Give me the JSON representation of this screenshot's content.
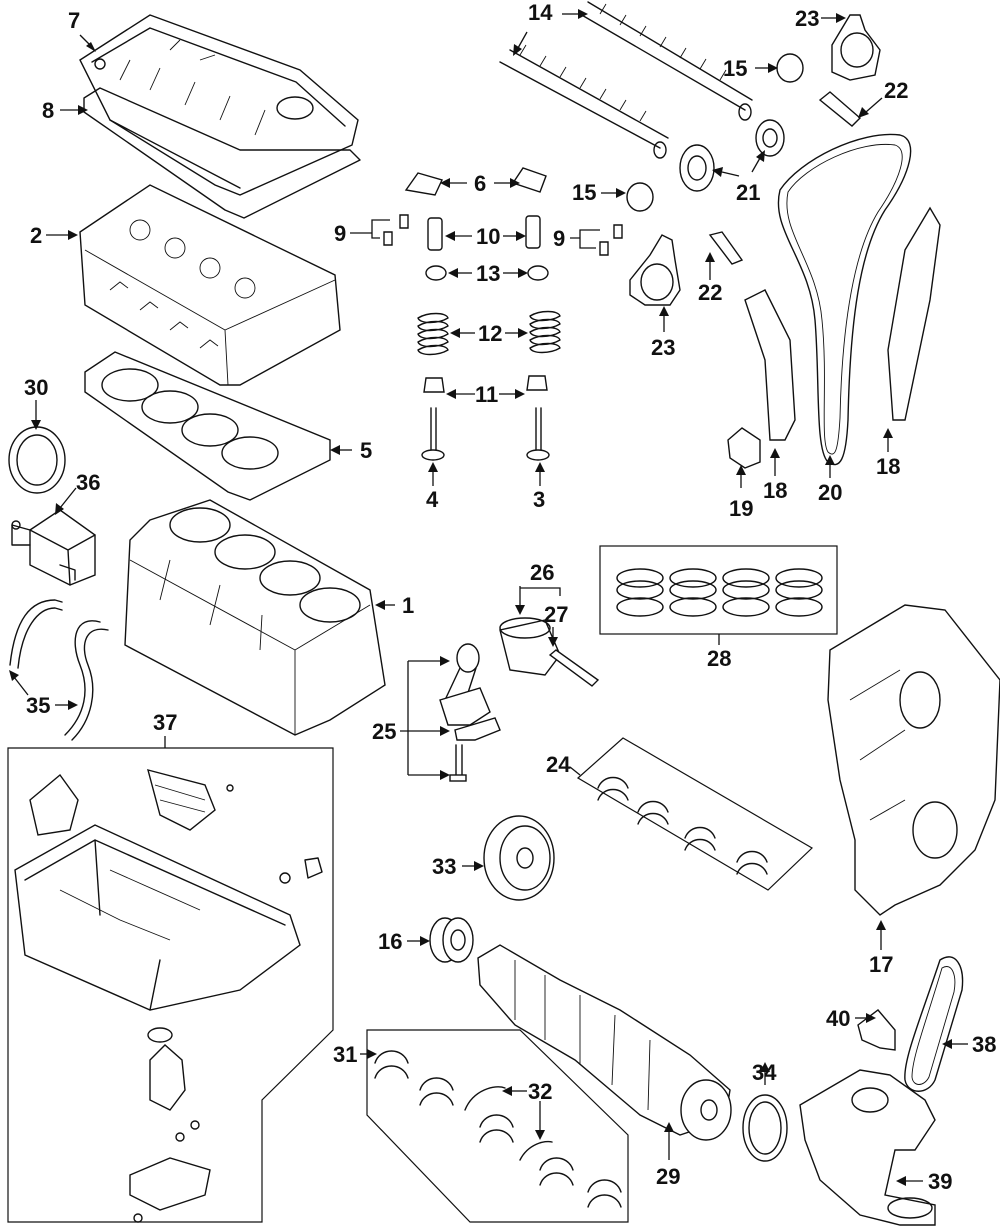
{
  "diagram": {
    "labels": [
      {
        "id": "lbl-7",
        "text": "7"
      },
      {
        "id": "lbl-8",
        "text": "8"
      },
      {
        "id": "lbl-2",
        "text": "2"
      },
      {
        "id": "lbl-30",
        "text": "30"
      },
      {
        "id": "lbl-5",
        "text": "5"
      },
      {
        "id": "lbl-36",
        "text": "36"
      },
      {
        "id": "lbl-1",
        "text": "1"
      },
      {
        "id": "lbl-35",
        "text": "35"
      },
      {
        "id": "lbl-37",
        "text": "37"
      },
      {
        "id": "lbl-14",
        "text": "14"
      },
      {
        "id": "lbl-15a",
        "text": "15"
      },
      {
        "id": "lbl-15b",
        "text": "15"
      },
      {
        "id": "lbl-23a",
        "text": "23"
      },
      {
        "id": "lbl-23b",
        "text": "23"
      },
      {
        "id": "lbl-22a",
        "text": "22"
      },
      {
        "id": "lbl-22b",
        "text": "22"
      },
      {
        "id": "lbl-21",
        "text": "21"
      },
      {
        "id": "lbl-6",
        "text": "6"
      },
      {
        "id": "lbl-9a",
        "text": "9"
      },
      {
        "id": "lbl-9b",
        "text": "9"
      },
      {
        "id": "lbl-10",
        "text": "10"
      },
      {
        "id": "lbl-13",
        "text": "13"
      },
      {
        "id": "lbl-12",
        "text": "12"
      },
      {
        "id": "lbl-11",
        "text": "11"
      },
      {
        "id": "lbl-4",
        "text": "4"
      },
      {
        "id": "lbl-3",
        "text": "3"
      },
      {
        "id": "lbl-18a",
        "text": "18"
      },
      {
        "id": "lbl-18b",
        "text": "18"
      },
      {
        "id": "lbl-19",
        "text": "19"
      },
      {
        "id": "lbl-20",
        "text": "20"
      },
      {
        "id": "lbl-26",
        "text": "26"
      },
      {
        "id": "lbl-27",
        "text": "27"
      },
      {
        "id": "lbl-28",
        "text": "28"
      },
      {
        "id": "lbl-25",
        "text": "25"
      },
      {
        "id": "lbl-24",
        "text": "24"
      },
      {
        "id": "lbl-33",
        "text": "33"
      },
      {
        "id": "lbl-16",
        "text": "16"
      },
      {
        "id": "lbl-17",
        "text": "17"
      },
      {
        "id": "lbl-40",
        "text": "40"
      },
      {
        "id": "lbl-38",
        "text": "38"
      },
      {
        "id": "lbl-31",
        "text": "31"
      },
      {
        "id": "lbl-32",
        "text": "32"
      },
      {
        "id": "lbl-34",
        "text": "34"
      },
      {
        "id": "lbl-29",
        "text": "29"
      },
      {
        "id": "lbl-39",
        "text": "39"
      }
    ]
  }
}
